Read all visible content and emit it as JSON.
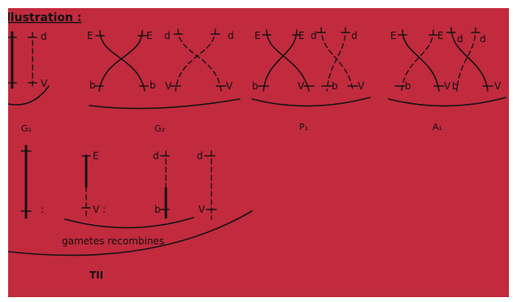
{
  "title": "llustration :",
  "groups": [
    {
      "label": "G₁"
    },
    {
      "label": "G₂"
    },
    {
      "label": "P₁"
    },
    {
      "label": "A₁"
    }
  ],
  "lower_group_label": "gametes recombines",
  "lower_label": "TII",
  "letters": {
    "E": "E",
    "b": "b",
    "d": "d",
    "V": "V"
  },
  "colon": ":"
}
